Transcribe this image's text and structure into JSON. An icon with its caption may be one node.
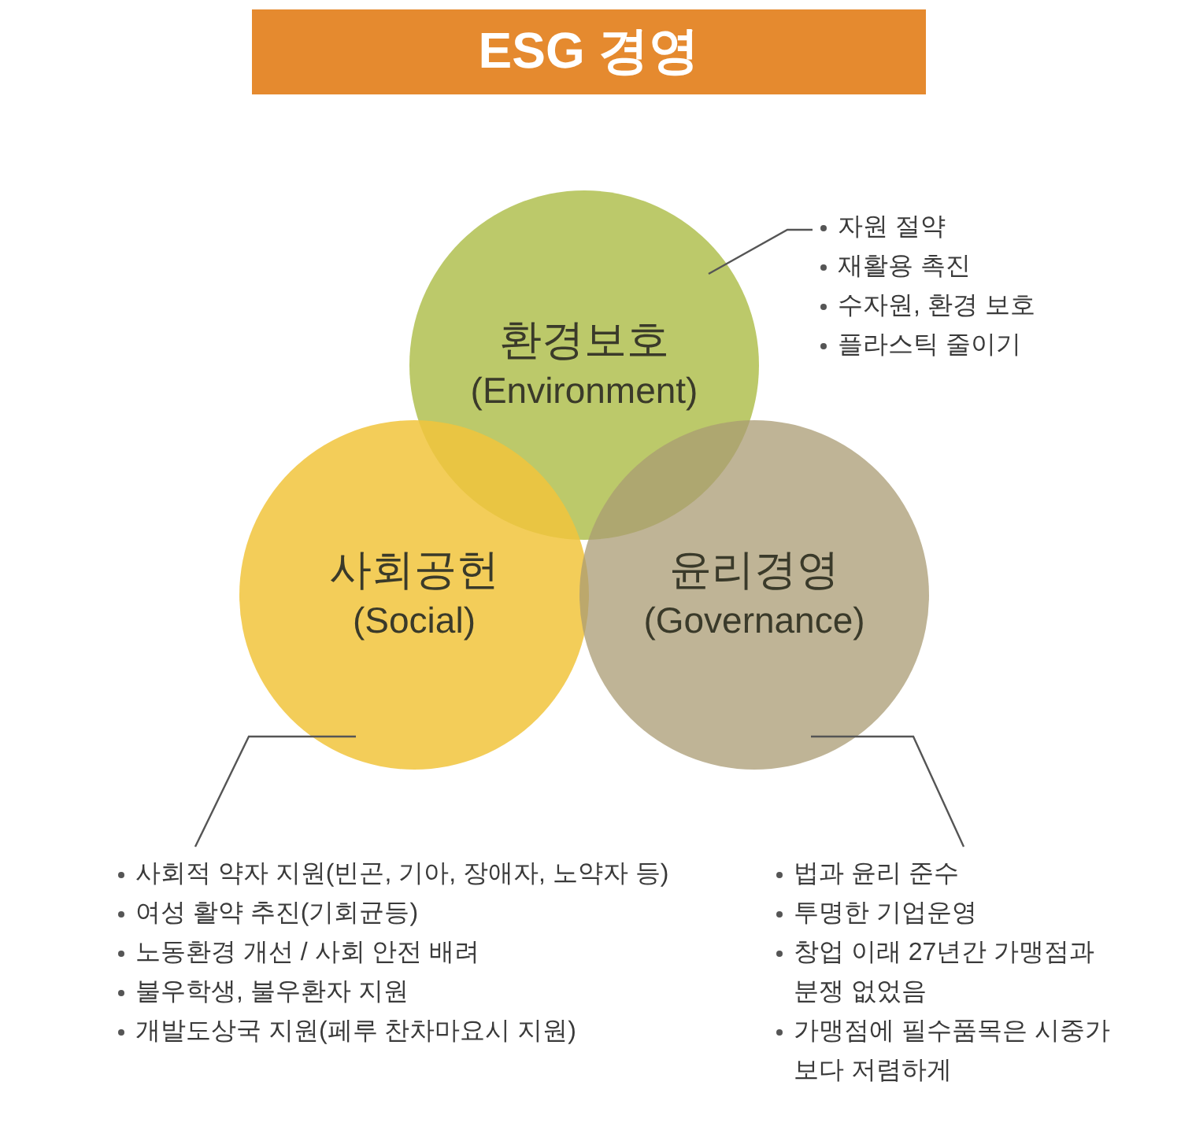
{
  "diagram": {
    "title": "ESG 경영",
    "nodes": [
      {
        "text": [
          "환경보호",
          "(Environment)"
        ]
      },
      {
        "text": [
          "사회공헌",
          "(Social)"
        ]
      },
      {
        "text": [
          "윤리경영",
          "(Governance)"
        ]
      },
      {
        "text": [
          "자원 절약",
          "재활용 촉진",
          "수자원, 환경 보호",
          "플라스틱 줄이기"
        ]
      },
      {
        "text": [
          "사회적 약자 지원(빈곤, 기아, 장애자, 노약자 등)",
          "여성 활약 추진(기회균등)",
          "노동환경 개선 / 사회 안전 배려",
          "불우학생, 불우환자 지원",
          "개발도상국 지원(페루 찬차마요시 지원)"
        ]
      },
      {
        "text": [
          "법과 윤리 준수",
          "투명한 기업운영",
          "창업 이래 27년간 가맹점과 분쟁 없었음",
          "가맹점에 필수품목은 시중가보다 저렴하게"
        ]
      }
    ],
    "edges": [
      {
        "from": 3,
        "to": 0,
        "arrow": "none"
      },
      {
        "from": 4,
        "to": 1,
        "arrow": "none"
      },
      {
        "from": 5,
        "to": 2,
        "arrow": "none"
      }
    ]
  }
}
